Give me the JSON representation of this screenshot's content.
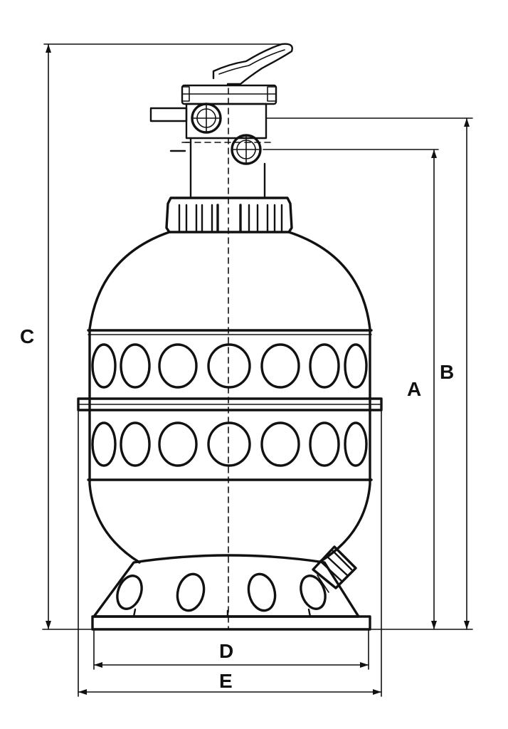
{
  "diagram": {
    "labels": {
      "a": "A",
      "b": "B",
      "c": "C",
      "d": "D",
      "e": "E"
    },
    "line_color": "#111111",
    "background": "#ffffff"
  }
}
